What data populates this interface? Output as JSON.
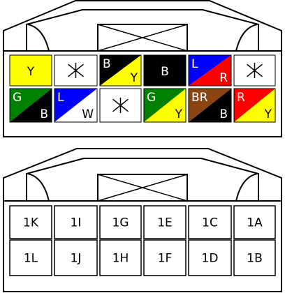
{
  "colors": {
    "Y": "#ffff00",
    "B": "#000000",
    "W": "#ffffff",
    "G": "#008000",
    "L": "#0000ff",
    "R": "#ff0000",
    "BR": "#8b4513"
  },
  "top_connector": {
    "rows": [
      [
        {
          "split": false,
          "bg": "Y",
          "label": "Y"
        },
        {
          "empty": true
        },
        {
          "split": true,
          "c1": "B",
          "c2": "Y",
          "l1": "B",
          "l2": "Y"
        },
        {
          "split": false,
          "bg": "B",
          "label": "B"
        },
        {
          "split": true,
          "c1": "L",
          "c2": "R",
          "l1": "L",
          "l2": "R"
        },
        {
          "empty": true
        }
      ],
      [
        {
          "split": true,
          "c1": "G",
          "c2": "B",
          "l1": "G",
          "l2": "B"
        },
        {
          "split": true,
          "c1": "L",
          "c2": "W",
          "l1": "L",
          "l2": "W"
        },
        {
          "empty": true
        },
        {
          "split": true,
          "c1": "G",
          "c2": "Y",
          "l1": "G",
          "l2": "Y"
        },
        {
          "split": true,
          "c1": "BR",
          "c2": "B",
          "l1": "BR",
          "l2": "B"
        },
        {
          "split": true,
          "c1": "R",
          "c2": "Y",
          "l1": "R",
          "l2": "Y"
        }
      ]
    ]
  },
  "bottom_connector": {
    "rows": [
      [
        "1K",
        "1I",
        "1G",
        "1E",
        "1C",
        "1A"
      ],
      [
        "1L",
        "1J",
        "1H",
        "1F",
        "1D",
        "1B"
      ]
    ]
  }
}
